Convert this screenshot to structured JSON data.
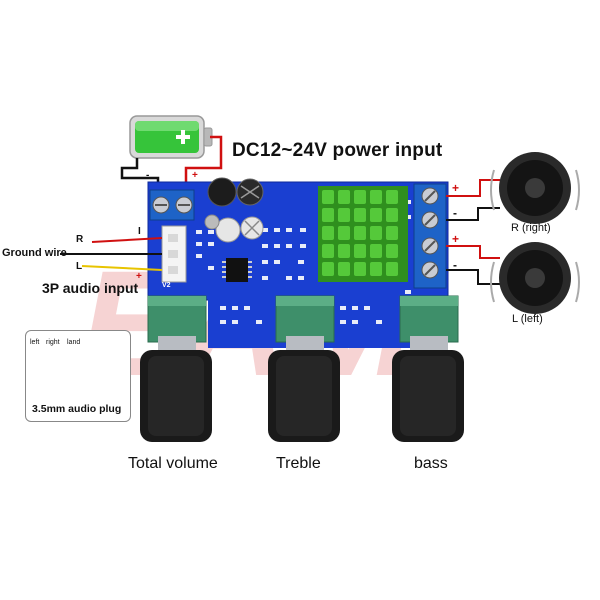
{
  "labels": {
    "power": "DC12~24V power input",
    "ground_wire": "Ground wire",
    "audio_input": "3P audio input",
    "plug_caption": "3.5mm audio plug",
    "plug_left": "left",
    "plug_right": "right",
    "plug_land": "land",
    "speaker_right": "R  (right)",
    "speaker_left": "L   (left)",
    "knob_volume": "Total volume",
    "knob_treble": "Treble",
    "knob_bass": "bass"
  },
  "markings": {
    "input_r": "R",
    "input_l": "L",
    "input_pin_i": "I",
    "plus": "+",
    "minus": "-",
    "board_version": "V2"
  },
  "colors": {
    "board": "#1a3fd1",
    "terminal": "#1e63c7",
    "heatsink": "#3aa524",
    "knob_cap": "#3e8f6a",
    "wire_red": "#d01010",
    "wire_yellow": "#e8c400",
    "wire_black": "#111111",
    "battery_green": "#36c43a"
  }
}
